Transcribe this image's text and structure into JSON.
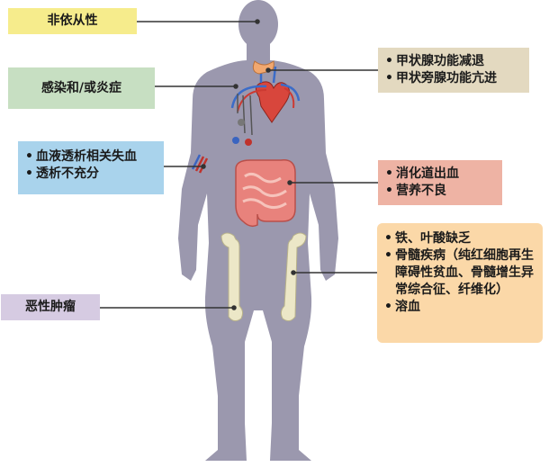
{
  "labels": {
    "idiopathic": "非依从性",
    "infection": "感染和/或炎症",
    "dialysis": [
      "血液透析相关失血",
      "透析不充分"
    ],
    "malignancy": "恶性肿瘤",
    "thyroid": [
      "甲状腺功能减退",
      "甲状旁腺功能亢进"
    ],
    "gi": [
      "消化道出血",
      "营养不良"
    ],
    "marrow": [
      "铁、叶酸缺乏",
      "骨髓疾病（纯红细胞再生障碍性贫血、骨髓增生异常综合征、纤维化）",
      "溶血"
    ]
  },
  "colors": {
    "box_yellow": "#f6ec8c",
    "box_green": "#c7dfc2",
    "box_blue": "#a9d3ec",
    "box_purple": "#d6cbe2",
    "box_tan": "#e3d9c0",
    "box_salmon": "#eeb3a4",
    "box_orange": "#fbd8a8",
    "body": "#9b98ae",
    "bone": "#ece7c7",
    "intestine": "#e8827c",
    "heart": "#d8463c",
    "thyroid": "#f1a870",
    "connector": "#333333"
  }
}
